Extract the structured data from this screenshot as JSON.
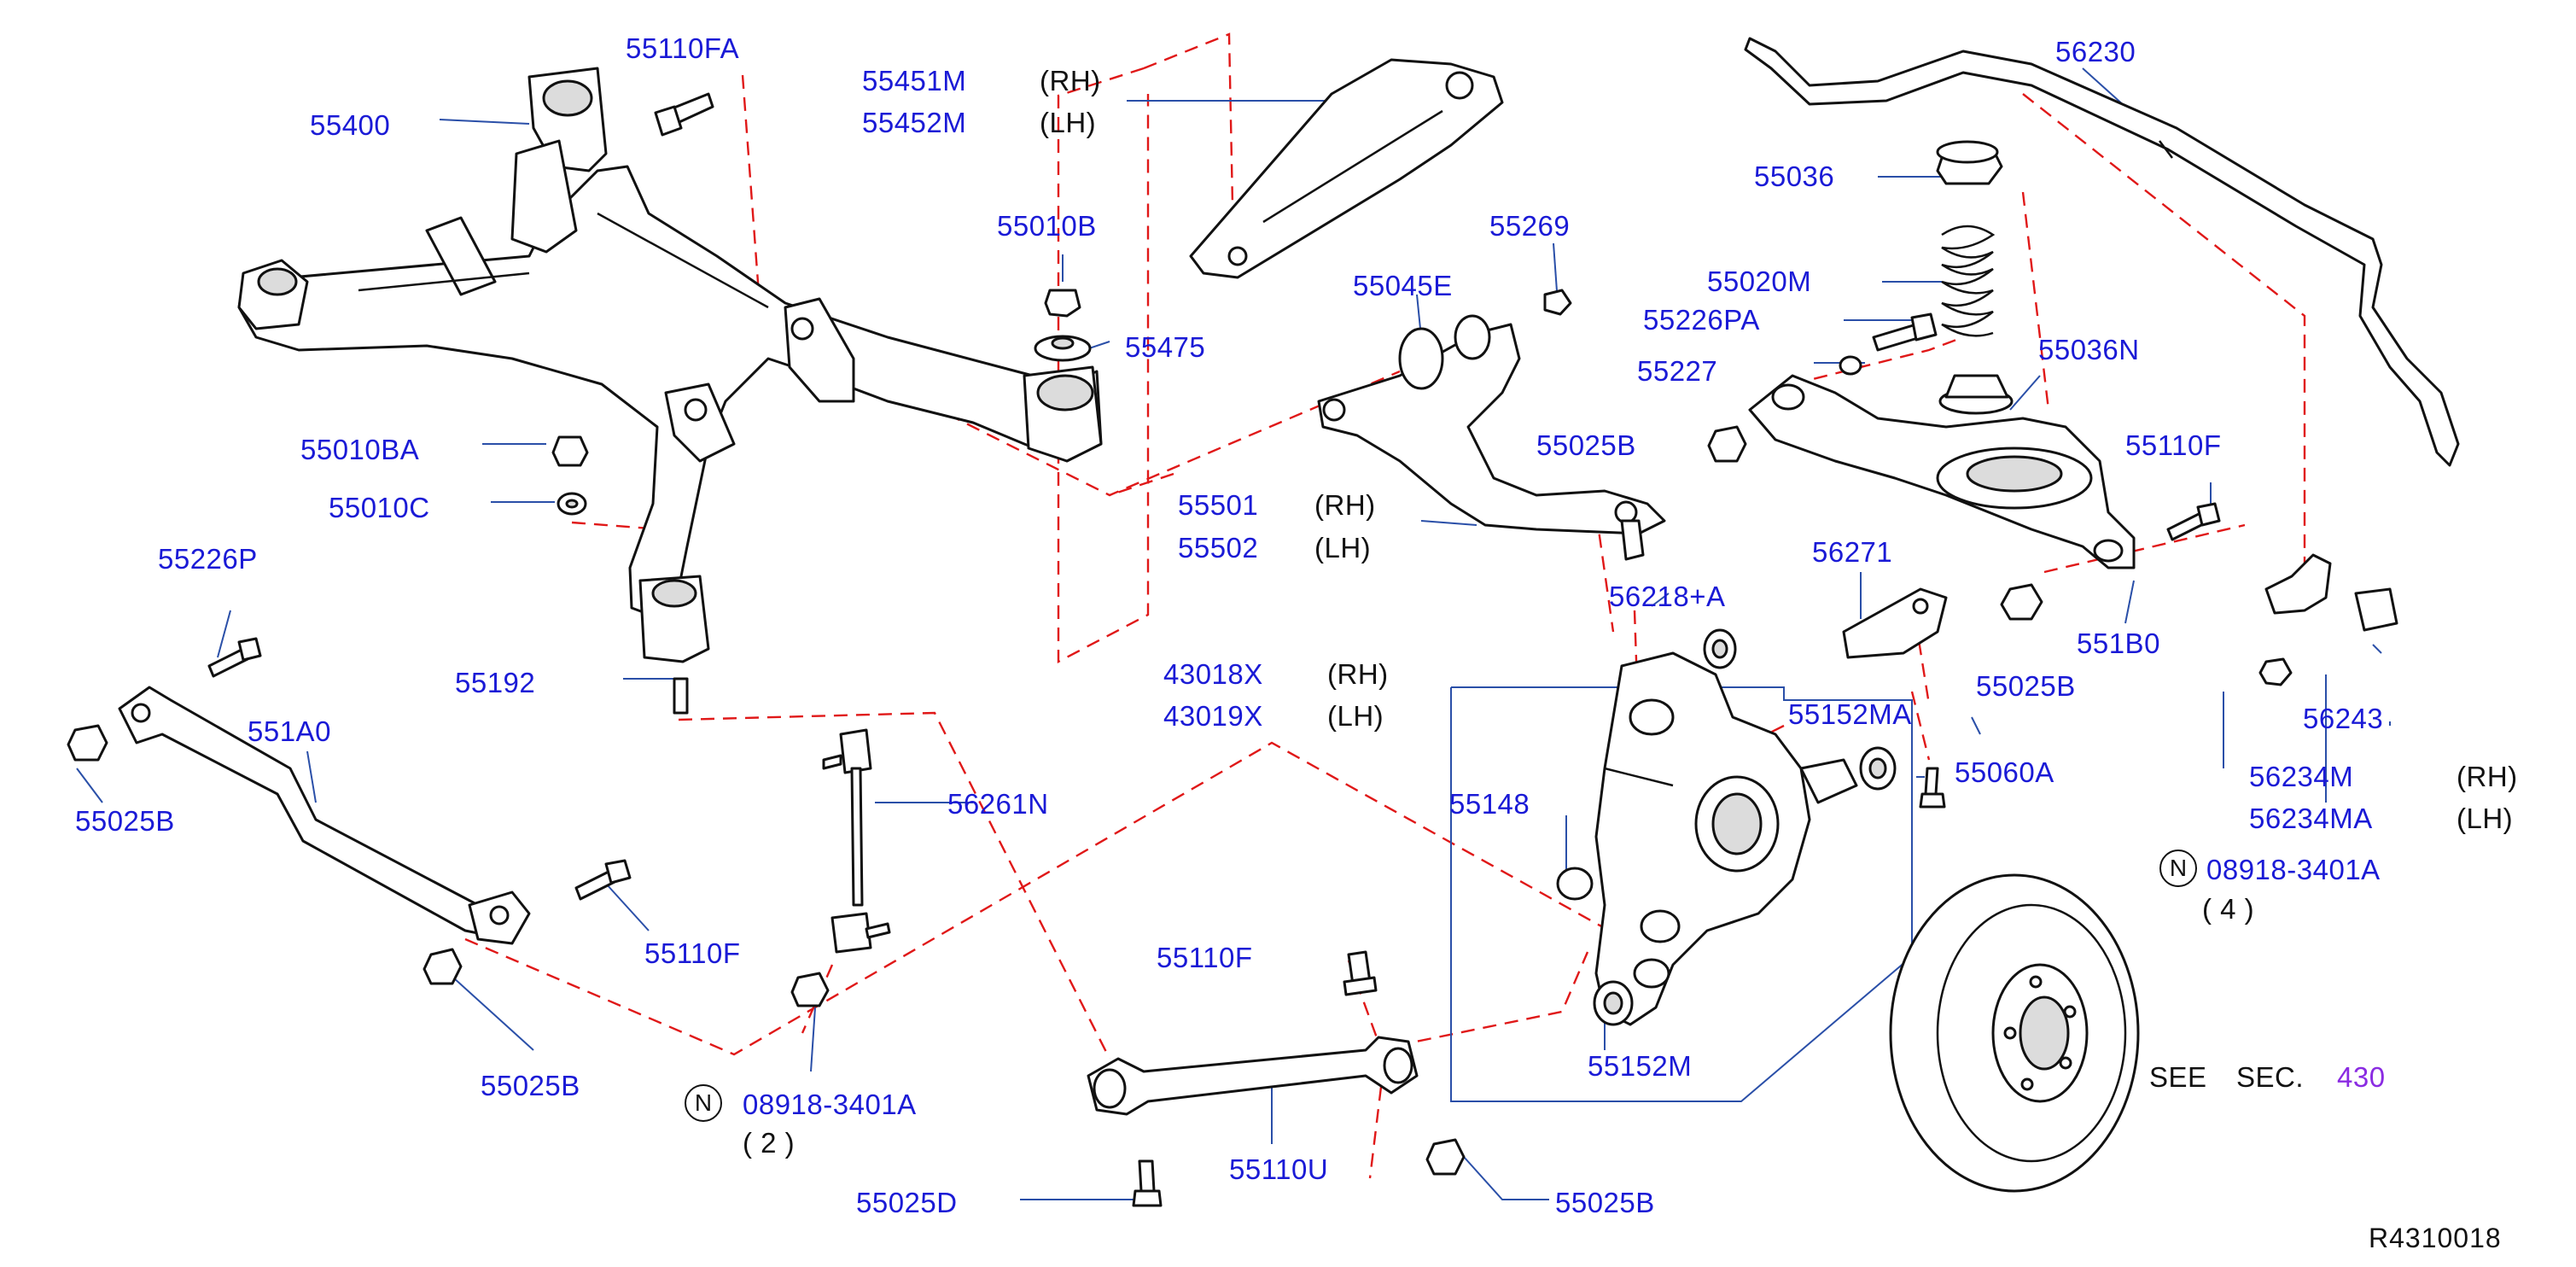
{
  "diagram_code": "R4310018",
  "colors": {
    "part_number": "#1a1ad6",
    "section_ref": "#8a2be2",
    "leader": "#2a4fa8",
    "dash": "#e01818"
  },
  "side_labels": {
    "rh": "(RH)",
    "lh": "(LH)"
  },
  "parts": {
    "p55110FA": "55110FA",
    "p55400": "55400",
    "p55451M": "55451M",
    "p55452M": "55452M",
    "p55010B": "55010B",
    "p55475": "55475",
    "p55269": "55269",
    "p55045E": "55045E",
    "p56230": "56230",
    "p55036": "55036",
    "p55020M": "55020M",
    "p55226PA": "55226PA",
    "p55227": "55227",
    "p55036N": "55036N",
    "p55010BA": "55010BA",
    "p55010C": "55010C",
    "p55025B_a": "55025B",
    "p55501": "55501",
    "p55502": "55502",
    "p55110F_a": "55110F",
    "p56271": "56271",
    "p56218A": "56218+A",
    "p551B0": "551B0",
    "p55226P": "55226P",
    "p55025B_b": "55025B",
    "p55192": "55192",
    "p43018X": "43018X",
    "p43019X": "43019X",
    "p55152MA": "55152MA",
    "p56243": "56243",
    "p551A0": "551A0",
    "p55025B_c": "55025B",
    "p56261N": "56261N",
    "p55060A": "55060A",
    "p55148": "55148",
    "p56234M": "56234M",
    "p56234MA": "56234MA",
    "p08918_a": "08918-3401A",
    "p08918_b": "08918-3401A",
    "p55110F_b": "55110F",
    "p55110F_c": "55110F",
    "p55025B_d": "55025B",
    "p55152M": "55152M",
    "p55110U": "55110U",
    "p55025D": "55025D",
    "p55025B_e": "55025B"
  },
  "nut_marker": "N",
  "qty_a": "( 4 )",
  "qty_b": "( 2 )",
  "see_sec": {
    "see": "SEE",
    "sec": "SEC.",
    "num": "430"
  }
}
